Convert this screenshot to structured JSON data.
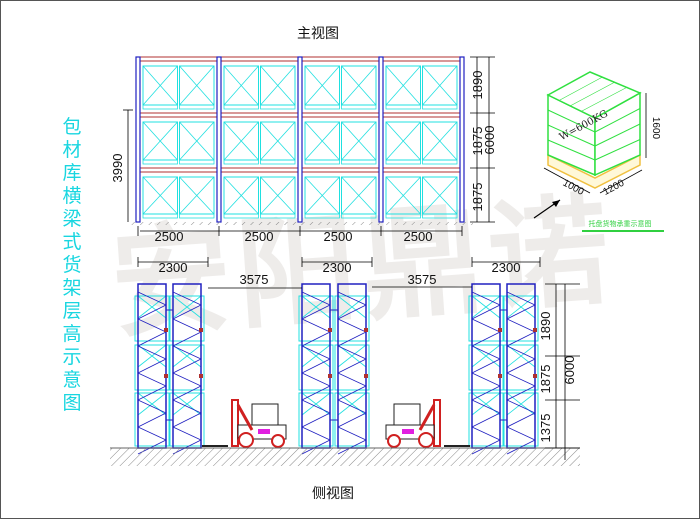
{
  "titles": {
    "front_view": "主视图",
    "side_view": "侧视图"
  },
  "vertical_title": "包材库横梁式货架层高示意图",
  "watermark": "安阳鼎诺",
  "front_view": {
    "bay_widths": [
      "2500",
      "2500",
      "2500",
      "2500"
    ],
    "level_heights": [
      "1890",
      "1875",
      "1875"
    ],
    "total_height": "6000",
    "left_height": "3990"
  },
  "side_view": {
    "frame_depths": [
      "2300",
      "2300",
      "2300"
    ],
    "aisle_widths": [
      "3575",
      "3575"
    ],
    "level_heights": [
      "1890",
      "1875",
      "1375"
    ],
    "total_height": "6000"
  },
  "pallet_detail": {
    "weight": "W=600KG",
    "height": "1600",
    "length": "1000",
    "width": "1200",
    "caption": "托盘货物承重示意图"
  },
  "colors": {
    "upright": "#2020c0",
    "beam": "#b03030",
    "pallet": "#20e0e0",
    "goods": "#30e040",
    "pallet_base": "#f0c040",
    "forklift": "#d02020",
    "title": "#19d6e0"
  }
}
